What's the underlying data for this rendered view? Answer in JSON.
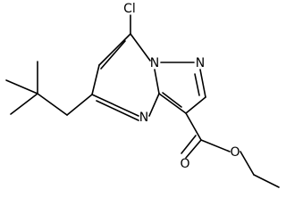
{
  "molecule": {
    "atoms": {
      "chlorine": "Cl",
      "n_ring_top": "N",
      "n_ring_right": "N",
      "n_ring_bottom": "N",
      "oxygen_carbonyl": "O",
      "oxygen_ester": "O"
    },
    "colors": {
      "bond": "#000000",
      "label": "#000000",
      "background": "#ffffff"
    }
  }
}
